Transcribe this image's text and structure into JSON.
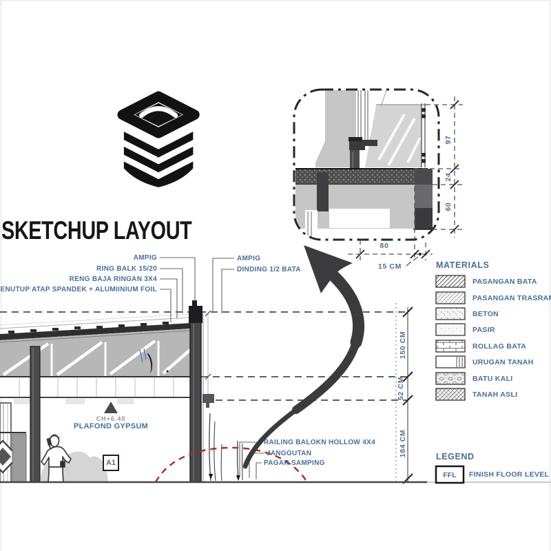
{
  "brand": {
    "title": "SKETCHUP LAYOUT",
    "logo": "stacked-layers-logo"
  },
  "callouts": {
    "left": [
      "AMPIG",
      "RING BALK 15/20",
      "RENG BAJA RINGAN 3X4",
      "PENUTUP ATAP SPANDEK + ALUMIINIUM FOIL"
    ],
    "right": [
      "AMPIG",
      "DINDING 1/2 BATA"
    ],
    "bottom": [
      "RAILING BALOKN HOLLOW 4X4",
      "JANGGUTAN",
      "PAGAR SAMPING"
    ],
    "ceiling_level": "CH+6.40",
    "ceiling_label": "PLAFOND GYPSUM",
    "section_tag": "A1"
  },
  "dimensions": {
    "section": [
      "150 CM",
      "52 CM",
      "184 CM"
    ],
    "detail_vertical": [
      "97",
      "24",
      "60"
    ],
    "detail_horizontal": [
      "80",
      "15 CM"
    ]
  },
  "materials": {
    "heading": "MATERIALS",
    "items": [
      {
        "name": "PASANGAN BATA",
        "pattern": "diagonal-hatch"
      },
      {
        "name": "PASANGAN TRASRAM",
        "pattern": "light-cross-hatch"
      },
      {
        "name": "BETON",
        "pattern": "stipple"
      },
      {
        "name": "PASIR",
        "pattern": "sparse-dots"
      },
      {
        "name": "ROLLAG BATA",
        "pattern": "brick"
      },
      {
        "name": "URUGAN TANAH",
        "pattern": "blank-vertical-lines"
      },
      {
        "name": "BATU KALI",
        "pattern": "rubble-stone"
      },
      {
        "name": "TANAH ASLI",
        "pattern": "cross-hatch"
      }
    ]
  },
  "legend": {
    "heading": "LEGEND",
    "items": [
      {
        "abbr": "FFL",
        "label": "FINISH FLOOR LEVEL"
      }
    ]
  },
  "colors": {
    "accent_blue": "#4a6d9b",
    "ink": "#161616",
    "charcoal": "#3b3b3d",
    "concrete": "#c6c6c6",
    "red_dashed": "#a93226"
  }
}
